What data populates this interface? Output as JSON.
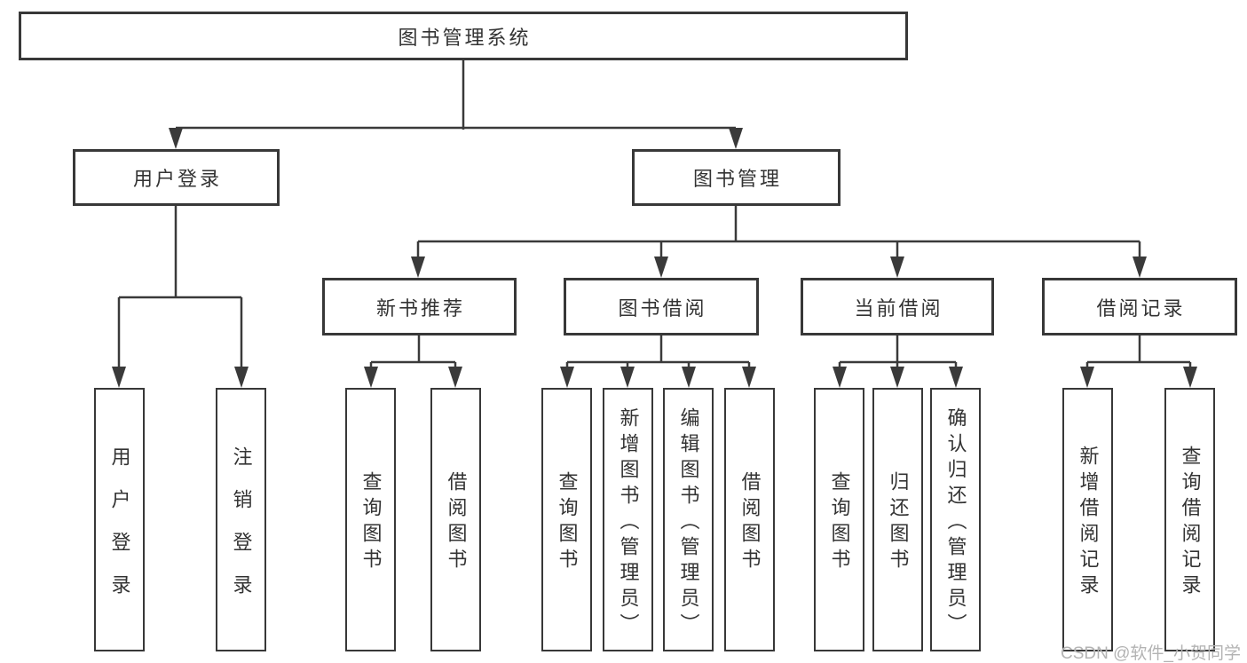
{
  "diagram": {
    "root": {
      "label": "图书管理系统"
    },
    "level2": [
      {
        "label": "用户登录"
      },
      {
        "label": "图书管理"
      }
    ],
    "level3": [
      {
        "label": "新书推荐"
      },
      {
        "label": "图书借阅"
      },
      {
        "label": "当前借阅"
      },
      {
        "label": "借阅记录"
      }
    ],
    "leaves": {
      "login": [
        "用户登录",
        "注销登录"
      ],
      "newbook": [
        "查询图书",
        "借阅图书"
      ],
      "borrow": [
        "查询图书",
        "新增图书（管理员）",
        "编辑图书（管理员）",
        "借阅图书"
      ],
      "current": [
        "查询图书",
        "归还图书",
        "确认归还（管理员）"
      ],
      "records": [
        "新增借阅记录",
        "查询借阅记录"
      ]
    }
  },
  "watermark": {
    "text": "CSDN @软件_小贺同学"
  },
  "colors": {
    "line": "#3a3a3a",
    "box_border": "#383838",
    "text": "#333333",
    "watermark": "#b3b3b3",
    "background": "#ffffff"
  }
}
